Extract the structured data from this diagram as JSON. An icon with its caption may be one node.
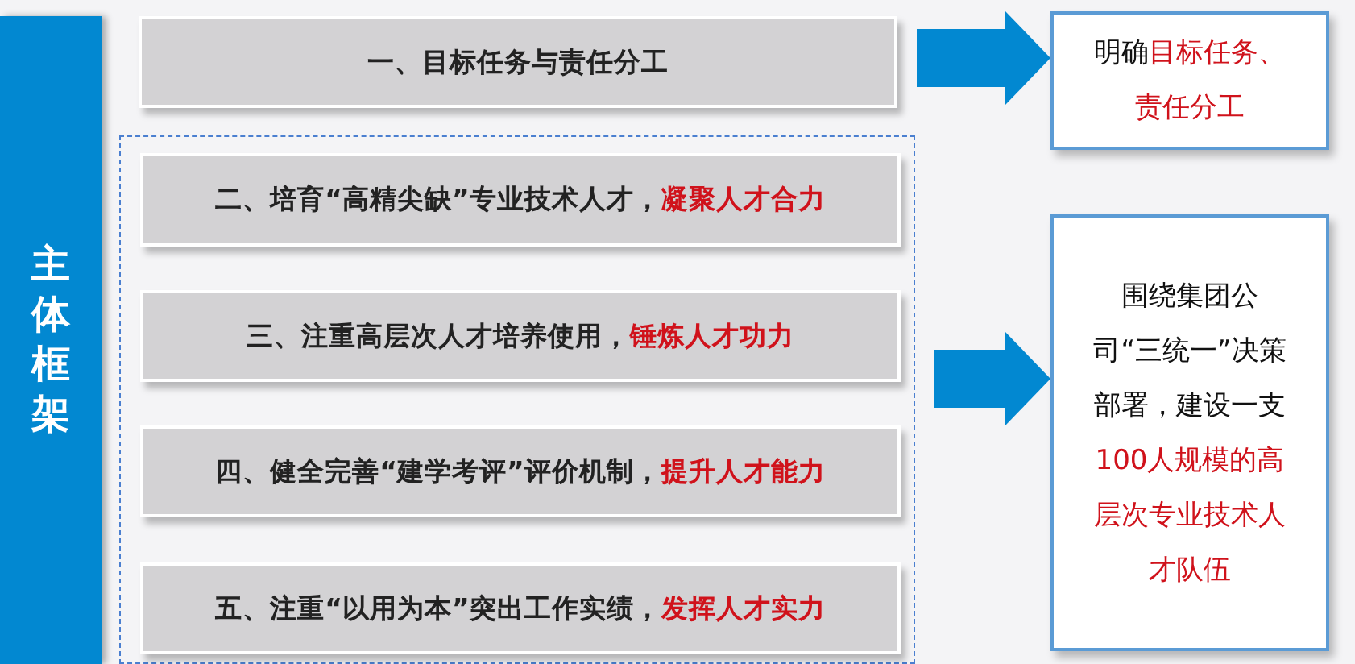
{
  "diagram": {
    "nodes": [
      {
        "text": [
          "主体框架"
        ]
      },
      {
        "text": [
          "一、目标任务与责任分工"
        ]
      },
      {
        "text": [],
        "shape": "box"
      },
      {
        "text": [
          "二、培育“高精尖缺”专业技术人才，",
          "凝聚人才合力"
        ],
        "in": 2
      },
      {
        "text": [
          "三、注重高层次人才培养使用，",
          "锤炼人才功力"
        ],
        "in": 2
      },
      {
        "text": [
          "四、健全完善“建学考评”评价机制，",
          "提升人才能力"
        ],
        "in": 2
      },
      {
        "text": [
          "五、注重“以用为本”突出工作实绩，",
          "发挥人才实力"
        ],
        "in": 2
      },
      {
        "text": [
          "明确",
          "目标任务、责任分工"
        ]
      },
      {
        "text": [
          "围绕集团公司“三统一”决策部署，建设一支",
          "100人规模的高层次专业技术人才队伍"
        ]
      }
    ],
    "edges": [
      {
        "from": 1,
        "to": 7,
        "arrow": "to"
      },
      {
        "from": 2,
        "to": 8,
        "arrow": "to"
      }
    ]
  }
}
